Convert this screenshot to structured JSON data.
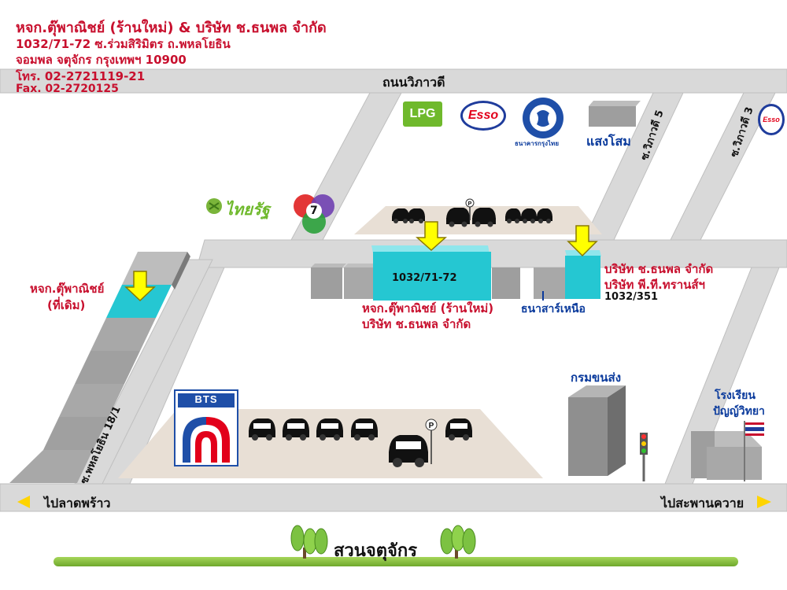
{
  "header": {
    "company": "หจก.ตุ๊พาณิชย์ (ร้านใหม่) & บริษัท ช.ธนพล จำกัด",
    "address1": "1032/71-72 ซ.ร่วมสิริมิตร ถ.พหลโยธิน",
    "address2": "จอมพล จตุจักร กรุงเทพฯ 10900",
    "phone": "โทร.  02-2721119-21",
    "fax": "Fax. 02-2720125"
  },
  "roads": {
    "top": "ถนนวิภาวดี",
    "soi5": "ซ.วิภาวดี 5",
    "soi3": "ซ.วิภาวดี 3",
    "phahon": "ซ.พหลโยธิน 18/1",
    "bottom_left": "ไปลาดพร้าว",
    "bottom_right": "ไปสะพานควาย"
  },
  "landmarks": {
    "lpg": "LPG",
    "esso": "Esso",
    "bank": "ธนาคารกรุงไทย",
    "sangsom": "แสงโสม",
    "thairath": "ไทยรัฐ",
    "ch7": "7",
    "bts": "BTS",
    "transport_dept": "กรมขนส่ง",
    "school_line1": "โรงเรียน",
    "school_line2": "ปัญญ์วิทยา",
    "park": "สวนจตุจักร",
    "bank_branch": "ธนาสาร์เหนือ"
  },
  "buildings": {
    "main_number": "1032/71-72",
    "main_line1": "หจก.ตุ๊พาณิชย์ (ร้านใหม่)",
    "main_line2": "บริษัท ช.ธนพล จำกัด",
    "old_line1": "หจก.ตุ๊พาณิชย์",
    "old_line2": "(ที่เดิม)",
    "right_line1": "บริษัท ช.ธนพล จำกัด",
    "right_line2": "บริษัท พี.ที.ทรานส์ฯ",
    "right_number": "1032/351"
  },
  "colors": {
    "road": "#d9d9d9",
    "highlight": "#25c7d2",
    "building": "#9c9c9c",
    "arrow": "#ffff00",
    "text_red": "#c8102e",
    "grass": "#8cc63f",
    "parking": "#e8dfd5"
  }
}
